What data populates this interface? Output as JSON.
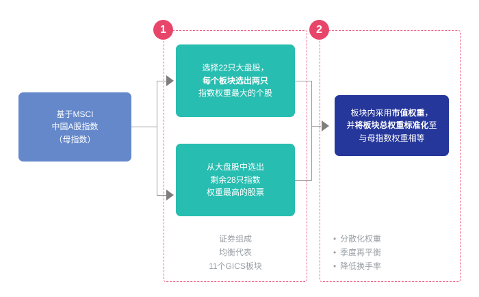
{
  "diagram": {
    "title": "MSCI China A Index construction flow",
    "colors": {
      "parent_box": "#6488CA",
      "selection_box": "#27BDB0",
      "weighting_box": "#26379B",
      "badge": "#E8456B",
      "frame_dashed": "#EE5E82",
      "connector": "#9A9A9A",
      "caption_text": "#9AA0A6"
    }
  },
  "stages": [
    {
      "number": "1"
    },
    {
      "number": "2"
    }
  ],
  "nodes": {
    "parent_index": {
      "lines": [
        {
          "text": "基于MSCI",
          "bold": false
        },
        {
          "text": "中国A股指数",
          "bold": false
        },
        {
          "text": "（母指数）",
          "bold": false
        }
      ]
    },
    "select_22": {
      "line1_plain": "选择22只大盘股，",
      "line2_bold": "每个板块选出两只",
      "line3_plain": "指数权重最大的个股"
    },
    "select_28": {
      "line1": "从大盘股中选出",
      "line2": "剩余28只指数",
      "line3": "权重最高的股票"
    },
    "weighting": {
      "line1_plain_a": "板块内采用",
      "line1_bold": "市值权重",
      "line1_plain_b": "，",
      "line2_plain_a": "并",
      "line2_bold": "将板块总权重标准化",
      "line2_plain_b": "至",
      "line3_plain": "与母指数权重相等"
    }
  },
  "captions": {
    "stage_1": [
      "证券组成",
      "均衡代表",
      "11个GICS板块"
    ],
    "stage_2": [
      "分散化权重",
      "季度再平衡",
      "降低换手率"
    ],
    "bullet_glyph": "•"
  }
}
